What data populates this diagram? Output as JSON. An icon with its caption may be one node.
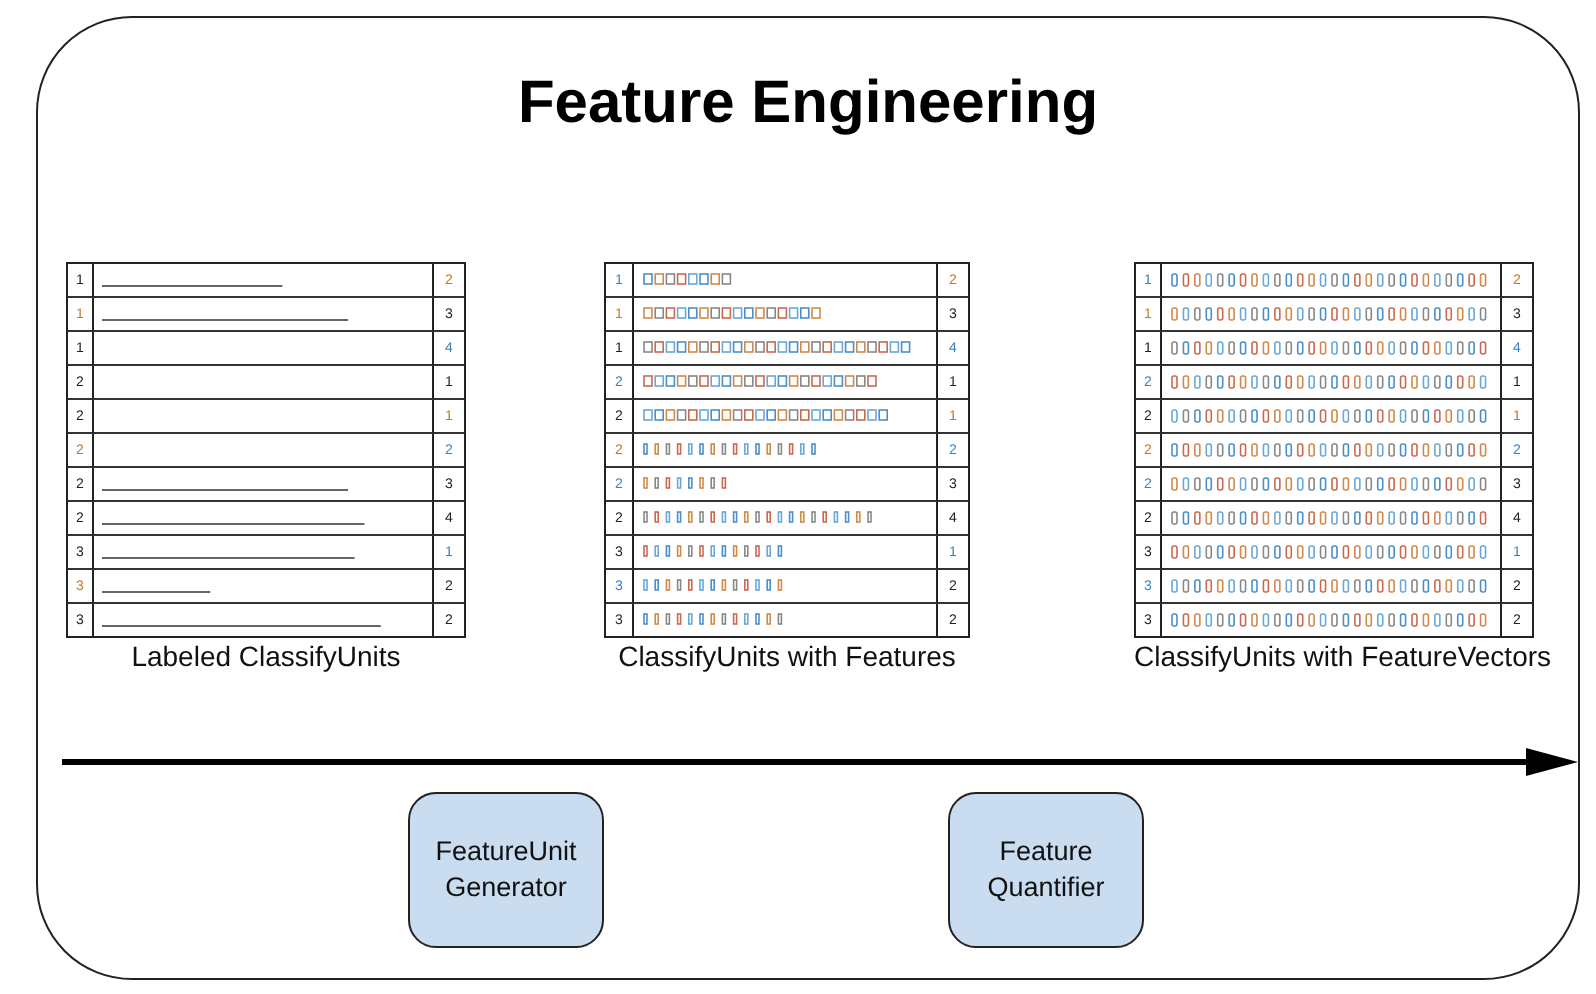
{
  "diagram": {
    "title": "Feature Engineering",
    "nodes": [
      {
        "text": [],
        "shape": "box"
      },
      {
        "text": [
          "Labeled ClassifyUnits"
        ],
        "in": 0
      },
      {
        "text": [
          "ClassifyUnits with Features"
        ],
        "in": 0
      },
      {
        "text": [
          "ClassifyUnits with FeatureVectors"
        ],
        "in": 0
      },
      {
        "text": [
          "FeatureUnit Generator"
        ],
        "in": 0
      },
      {
        "text": [
          "Feature Quantifier"
        ],
        "in": 0
      }
    ],
    "edges": [],
    "labels": [
      "1",
      "2",
      "1",
      "3",
      "1",
      "4",
      "2",
      "1",
      "2",
      "1",
      "2",
      "2",
      "2",
      "3",
      "2",
      "4",
      "3",
      "1",
      "3",
      "2",
      "3",
      "2",
      "1",
      "2",
      "1",
      "3",
      "1",
      "4",
      "2",
      "1",
      "2",
      "1",
      "2",
      "2",
      "2",
      "3",
      "2",
      "4",
      "3",
      "1",
      "3",
      "2",
      "3",
      "2",
      "1",
      "2",
      "1",
      "3",
      "1",
      "4",
      "2",
      "1",
      "2",
      "1",
      "2",
      "2",
      "2",
      "3",
      "2",
      "4",
      "3",
      "1",
      "3",
      "2",
      "3",
      "2"
    ]
  }
}
